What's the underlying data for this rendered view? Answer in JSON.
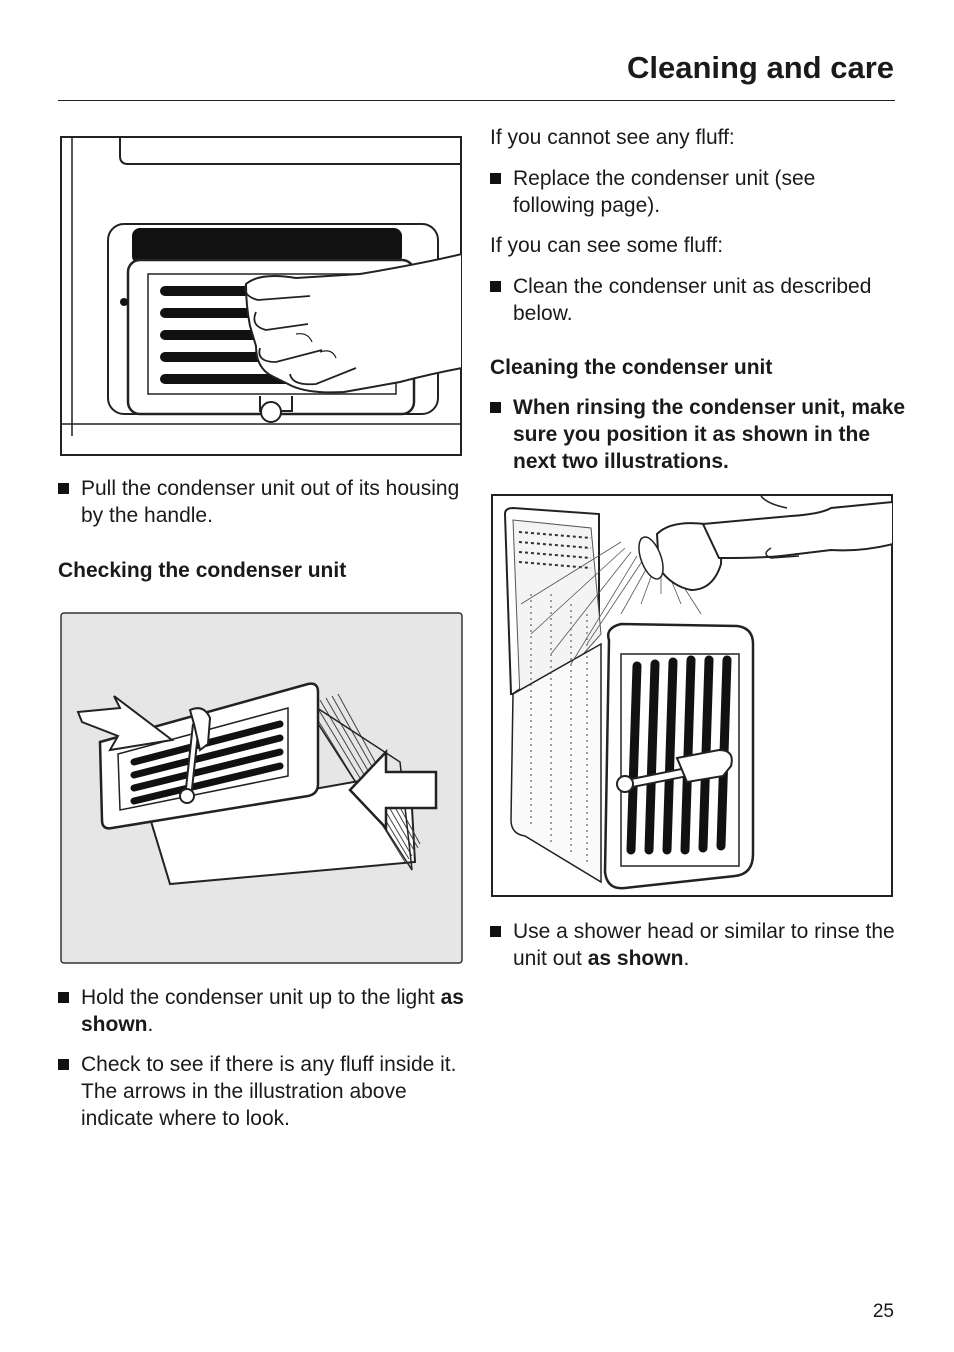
{
  "header": {
    "title": "Cleaning and care"
  },
  "left": {
    "bullet_pull": "Pull the condenser unit out of its housing by the handle.",
    "heading_checking": "Checking the condenser unit",
    "bullet_hold_a": "Hold the condenser unit up to the light ",
    "bullet_hold_b": "as shown",
    "bullet_hold_c": ".",
    "bullet_check_1": "Check to see if there is any fluff inside it.",
    "bullet_check_2": "The arrows in the illustration above indicate where to look."
  },
  "right": {
    "intro_cannot": "If you cannot see any fluff:",
    "bullet_replace": "Replace the condenser unit (see following page).",
    "intro_can": "If you can see some fluff:",
    "bullet_clean": "Clean the condenser unit as described below.",
    "heading_cleaning": "Cleaning the condenser unit",
    "bullet_rinsing": "When rinsing the condenser unit, make sure you position it as shown in the next two illustrations.",
    "bullet_shower_a": "Use a shower head or similar to rinse the unit out ",
    "bullet_shower_b": "as shown",
    "bullet_shower_c": "."
  },
  "footer": {
    "page_number": "25"
  }
}
